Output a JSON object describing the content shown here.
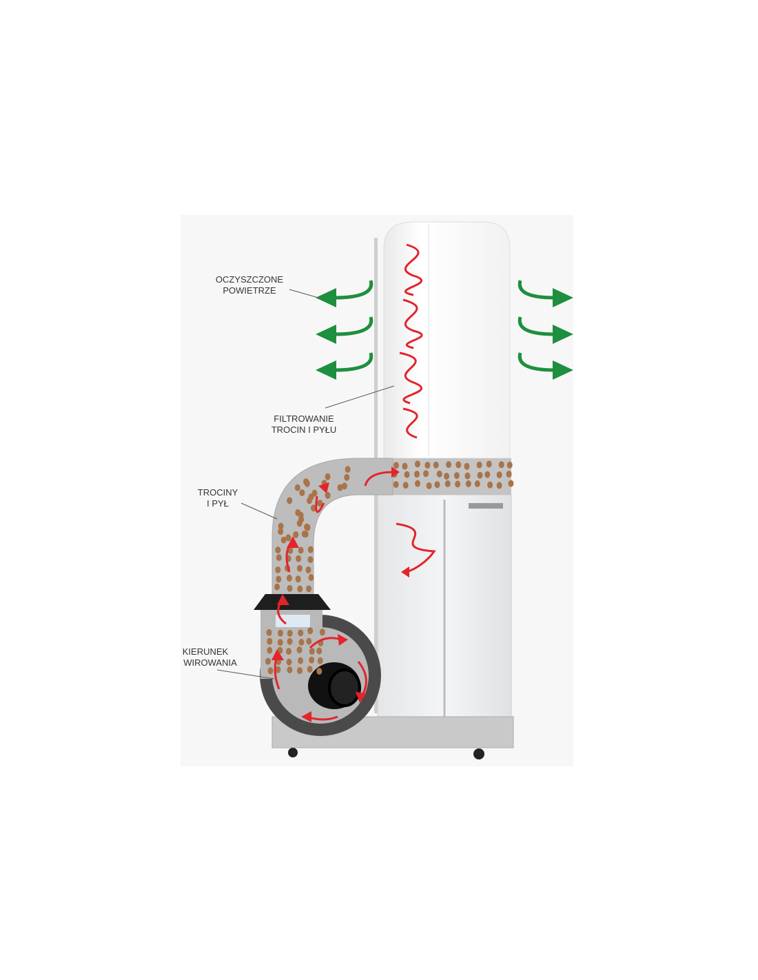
{
  "diagram": {
    "labels": {
      "clean_air": [
        "OCZYSZCZONE",
        "POWIETRZE"
      ],
      "filtering": [
        "FILTROWANIE",
        "TROCIN I PYŁU"
      ],
      "sawdust": [
        "TROCINY",
        "I PYŁ"
      ],
      "spin_direction": [
        "KIERUNEK",
        "WIROWANIA"
      ]
    },
    "colors": {
      "clean_air_arrow": "#1e8f3e",
      "dust_flow_arrow": "#e3242b",
      "dust_particle": "#a8744a",
      "pipe": "#bdbdbd",
      "filter_bag": "#fafafa",
      "blower_housing": "#4a4a4a"
    }
  }
}
